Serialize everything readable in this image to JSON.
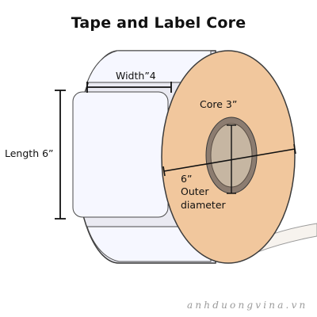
{
  "title": "Tape and Label Core",
  "labels": {
    "width": "Width”4",
    "length": "Length 6”",
    "core": "Core 3”",
    "outer_1": "6”",
    "outer_2": "Outer",
    "outer_3": "diameter"
  },
  "watermark": "anhduongvina.vn",
  "colors": {
    "roll_face": "#f1c79d",
    "roll_outline": "#3b3b3b",
    "label_paper": "#f6f7ff",
    "core_ring": "#8c7c70",
    "core_hole": "#c6b6a2",
    "dimension_line": "#111111"
  }
}
